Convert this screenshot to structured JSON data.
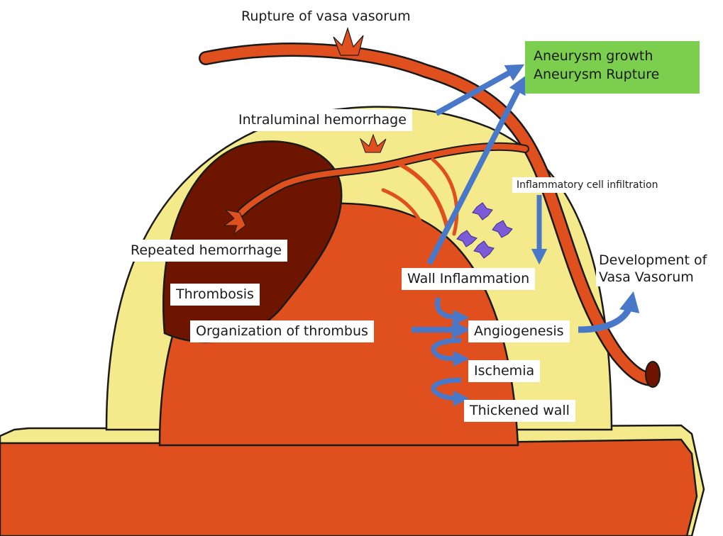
{
  "colors": {
    "vessel": "#e0501f",
    "vessel_outline": "#1a1a1a",
    "wall": "#f4ea8c",
    "thrombus": "#6e1500",
    "arrow": "#4a78c8",
    "outcome_box": "#7ccf4e",
    "cell": "#7b5cd6"
  },
  "labels": {
    "rupture_vasa_vasorum": "Rupture of vasa vasorum",
    "intraluminal_hemorrhage": "Intraluminal hemorrhage",
    "aneurysm_growth": "Aneurysm growth",
    "aneurysm_rupture": "Aneurysm Rupture",
    "inflammatory_cell_infiltration": "Inflammatory cell infiltration",
    "repeated_hemorrhage": "Repeated hemorrhage",
    "thrombosis": "Thrombosis",
    "organization_of_thrombus": "Organization of thrombus",
    "wall_inflammation": "Wall Inflammation",
    "development_of": "Development of",
    "vasa_vasorum": "Vasa Vasorum",
    "angiogenesis": "Angiogenesis",
    "ischemia": "Ischemia",
    "thickened_wall": "Thickened wall"
  },
  "icons": {
    "arrow": "arrow-icon",
    "cycle_arrow": "cycle-arrow-icon",
    "cell": "inflammatory-cell-icon"
  }
}
